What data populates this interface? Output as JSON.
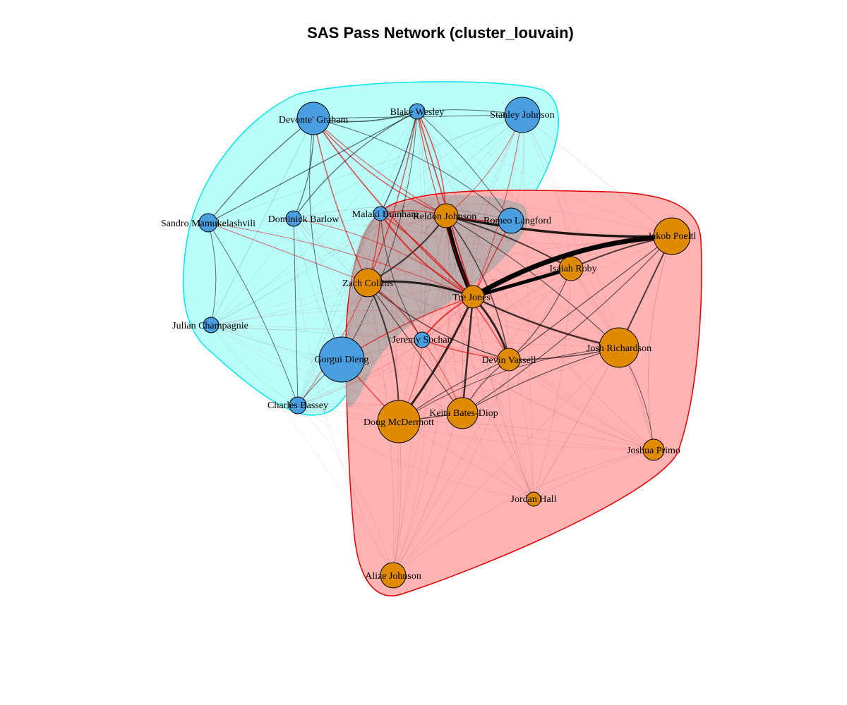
{
  "title": "SAS Pass Network (cluster_louvain)",
  "colors": {
    "cluster_blue_fill": "#b9fefb",
    "cluster_blue_border": "#00e5ee",
    "cluster_orange_fill": "#ffb3b3",
    "cluster_orange_border": "#e00000",
    "overlap_fill": "#a9a9a9",
    "node_blue": "#499ee0",
    "node_orange": "#e08a00",
    "edge_between": "#e00000",
    "edge_within": "#000000"
  },
  "clusters": [
    {
      "name": "cluster-1",
      "color": "blue"
    },
    {
      "name": "cluster-2",
      "color": "orange"
    }
  ],
  "nodes": [
    {
      "id": "graham",
      "label": "Devonte' Graham",
      "cluster": 1
    },
    {
      "id": "wesley",
      "label": "Blake Wesley",
      "cluster": 1
    },
    {
      "id": "sjohnson",
      "label": "Stanley Johnson",
      "cluster": 1
    },
    {
      "id": "sandro",
      "label": "Sandro Mamukelashvili",
      "cluster": 1
    },
    {
      "id": "barlow",
      "label": "Dominick Barlow",
      "cluster": 1
    },
    {
      "id": "branham",
      "label": "Malaki Branham",
      "cluster": 1
    },
    {
      "id": "langford",
      "label": "Romeo Langford",
      "cluster": 1
    },
    {
      "id": "champagnie",
      "label": "Julian Champagnie",
      "cluster": 1
    },
    {
      "id": "sochan",
      "label": "Jeremy Sochan",
      "cluster": 1
    },
    {
      "id": "dieng",
      "label": "Gorgui Dieng",
      "cluster": 1
    },
    {
      "id": "bassey",
      "label": "Charles Bassey",
      "cluster": 1
    },
    {
      "id": "kjohnson",
      "label": "Keldon Johnson",
      "cluster": 2
    },
    {
      "id": "poeltl",
      "label": "Jakob Poeltl",
      "cluster": 2
    },
    {
      "id": "roby",
      "label": "Isaiah Roby",
      "cluster": 2
    },
    {
      "id": "collins",
      "label": "Zach Collins",
      "cluster": 2
    },
    {
      "id": "jones",
      "label": "Tre Jones",
      "cluster": 2
    },
    {
      "id": "richardson",
      "label": "Josh Richardson",
      "cluster": 2
    },
    {
      "id": "vassell",
      "label": "Devin Vassell",
      "cluster": 2
    },
    {
      "id": "batesdiop",
      "label": "Keita Bates-Diop",
      "cluster": 2
    },
    {
      "id": "mcdermott",
      "label": "Doug McDermott",
      "cluster": 2
    },
    {
      "id": "primo",
      "label": "Joshua Primo",
      "cluster": 2
    },
    {
      "id": "hall",
      "label": "Jordan Hall",
      "cluster": 2
    },
    {
      "id": "ajohnson",
      "label": "Alize Johnson",
      "cluster": 2
    }
  ]
}
